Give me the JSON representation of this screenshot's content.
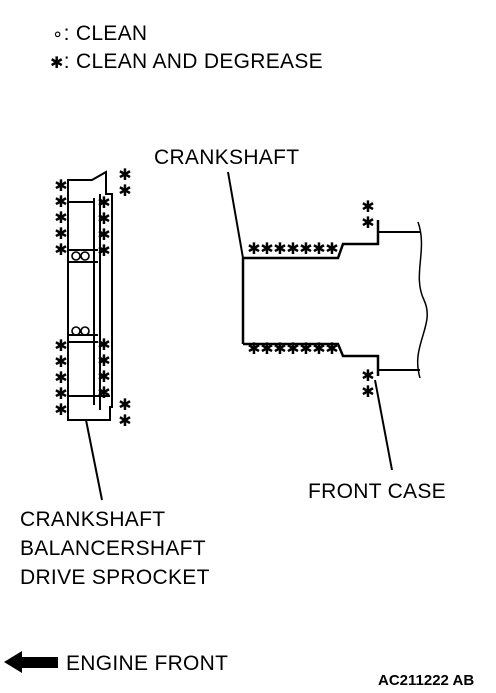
{
  "legend": {
    "clean_symbol": "∘",
    "clean_label": ": CLEAN",
    "degrease_symbol": "✱",
    "degrease_label": ": CLEAN AND DEGREASE"
  },
  "labels": {
    "crankshaft": "CRANKSHAFT",
    "front_case": "FRONT CASE",
    "sprocket_line1": "CRANKSHAFT",
    "sprocket_line2": "BALANCERSHAFT",
    "sprocket_line3": "DRIVE SPROCKET",
    "engine_front": "ENGINE FRONT",
    "figure_code": "AC211222 AB"
  },
  "symbols": {
    "clean_mark": "∘",
    "degrease_mark": "✱",
    "engine_front_arrow": "left-arrow-icon"
  }
}
